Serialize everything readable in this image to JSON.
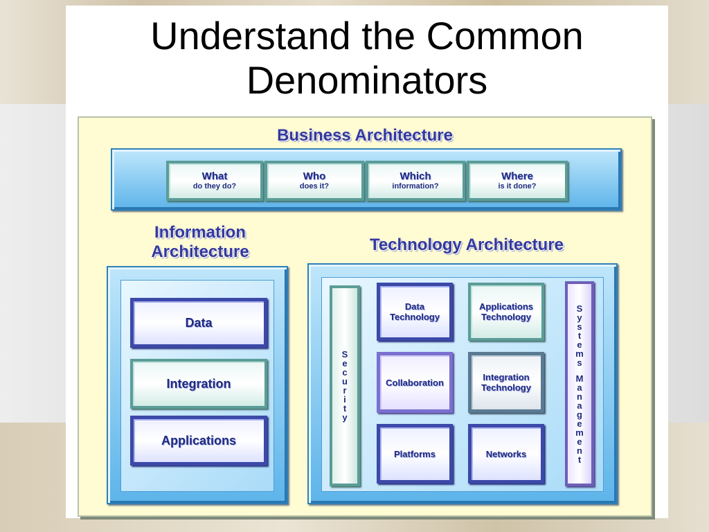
{
  "slide": {
    "title": "Understand the Common Denominators"
  },
  "diagram": {
    "business": {
      "label": "Business Architecture",
      "items": [
        {
          "main": "What",
          "sub": "do they do?"
        },
        {
          "main": "Who",
          "sub": "does it?"
        },
        {
          "main": "Which",
          "sub": "information?"
        },
        {
          "main": "Where",
          "sub": "is it done?"
        }
      ]
    },
    "information": {
      "label_line1": "Information",
      "label_line2": "Architecture",
      "items": [
        "Data",
        "Integration",
        "Applications"
      ]
    },
    "technology": {
      "label": "Technology Architecture",
      "security": "Security",
      "systems_management": "Systems Management",
      "cells": {
        "data_tech_1": "Data",
        "data_tech_2": "Technology",
        "apps_tech_1": "Applications",
        "apps_tech_2": "Technology",
        "collaboration": "Collaboration",
        "integ_tech_1": "Integration",
        "integ_tech_2": "Technology",
        "platforms": "Platforms",
        "networks": "Networks"
      }
    }
  }
}
